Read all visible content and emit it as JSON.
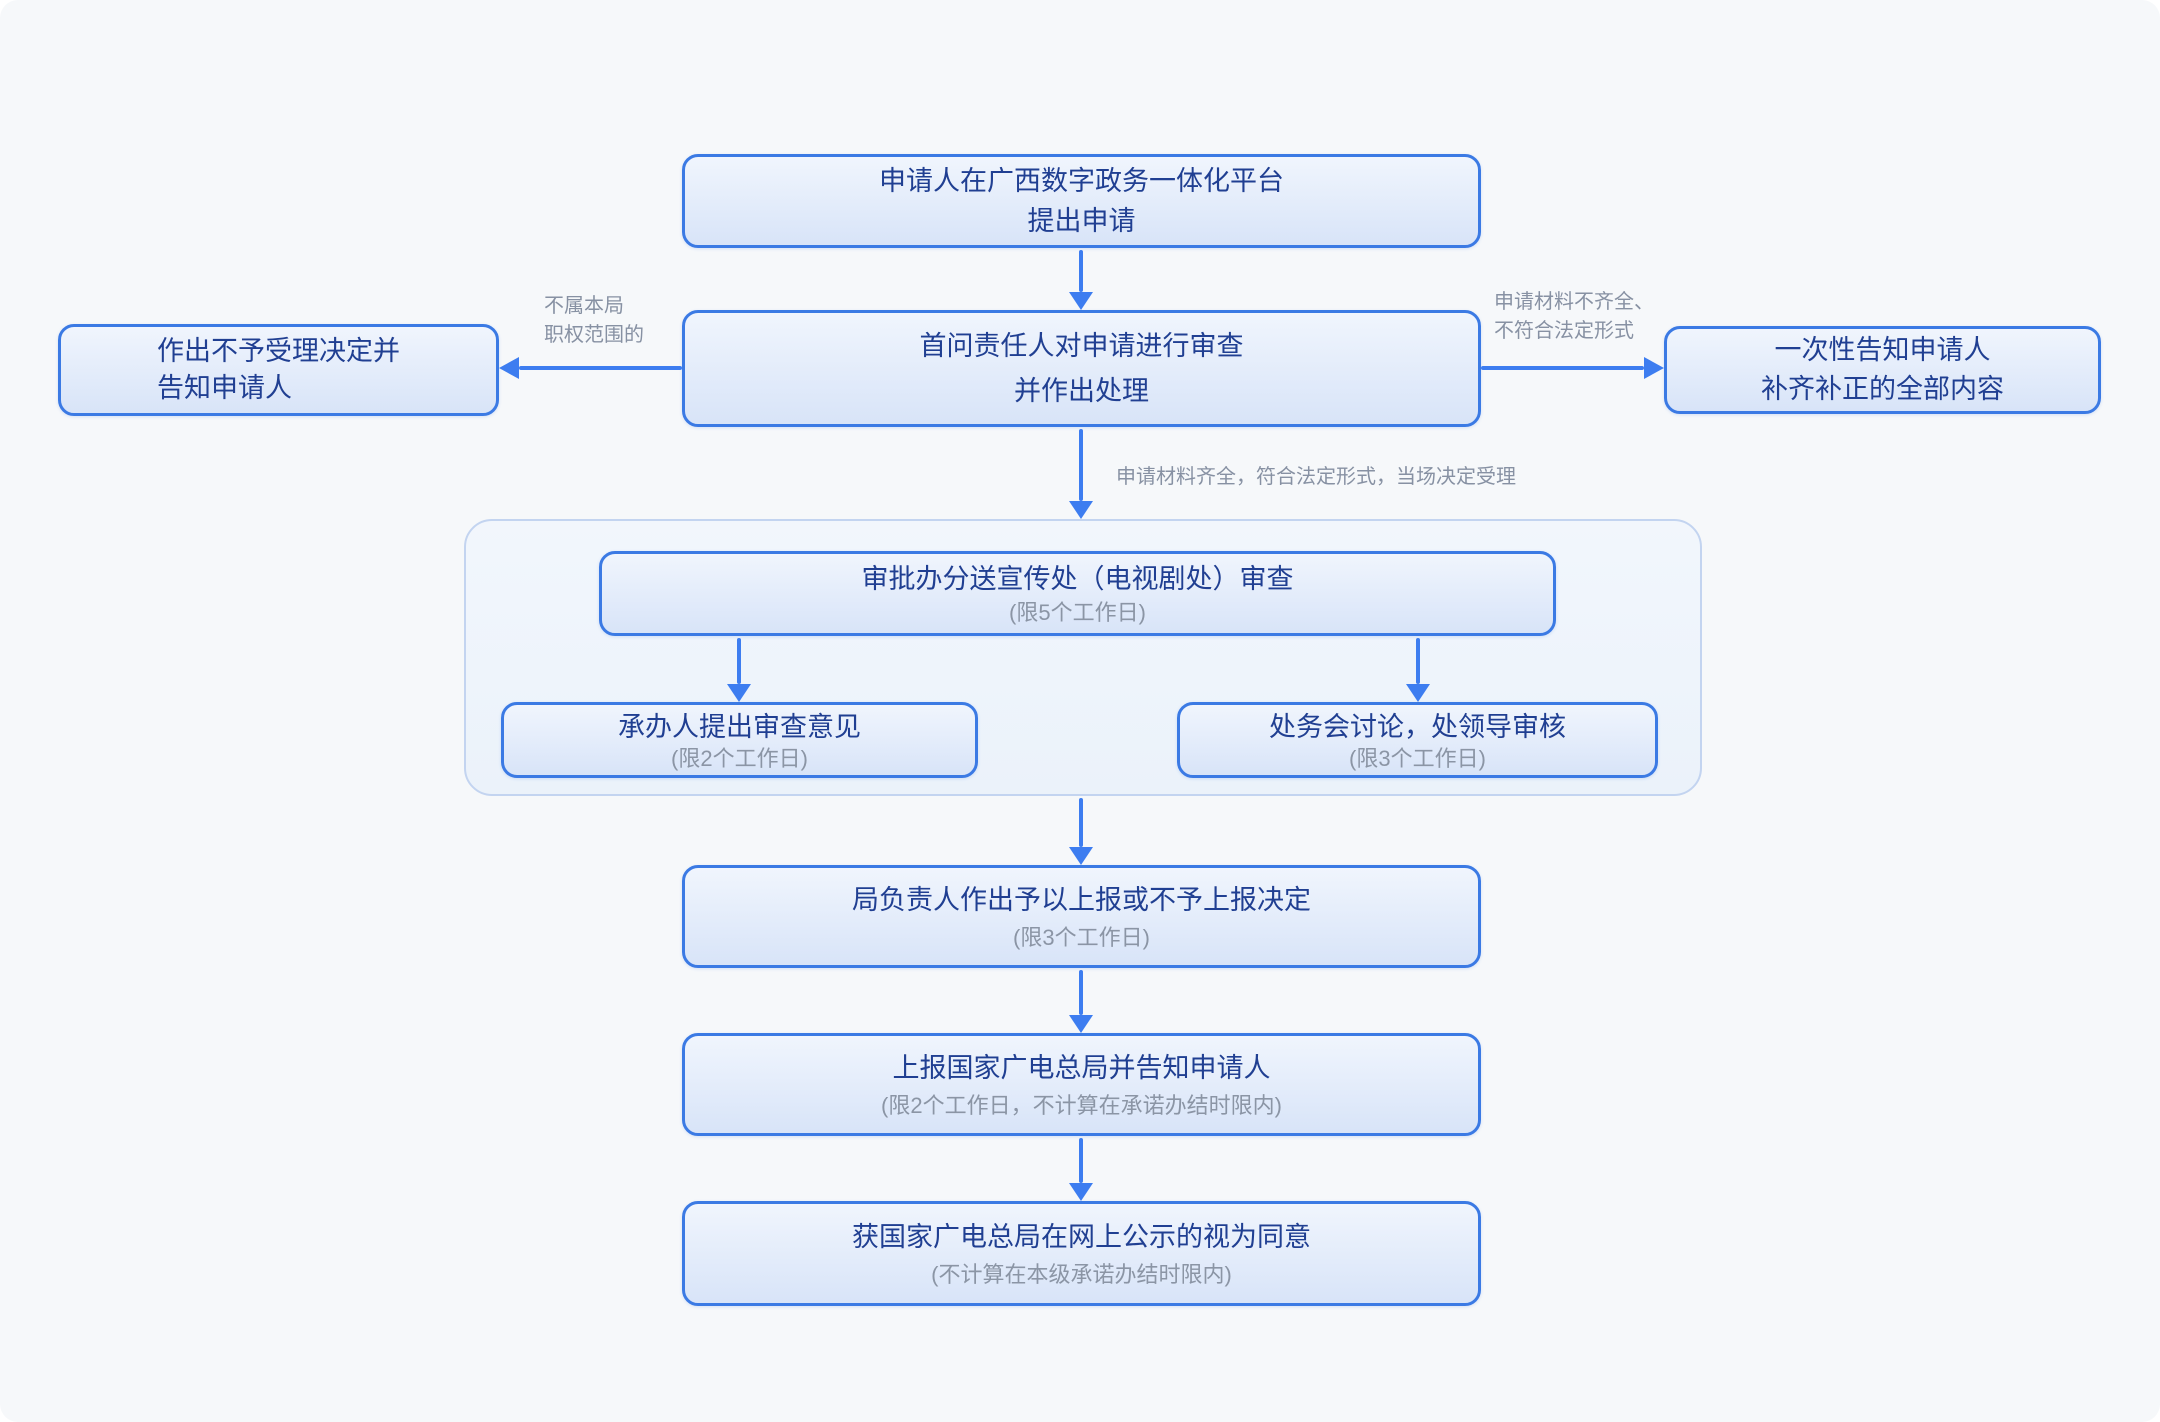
{
  "colors": {
    "canvas_bg": "#f6f8fa",
    "node_border": "#3b7ae4",
    "node_fill_top": "#f0f5fd",
    "node_fill_bottom": "#d8e4f8",
    "node_text": "#203f92",
    "muted_text": "#8b95a5",
    "arrow": "#3d7df0",
    "group_border": "#c3d4f0"
  },
  "nodes": {
    "apply": {
      "line1": "申请人在广西数字政务一体化平台",
      "line2": "提出申请"
    },
    "review": {
      "line1": "首问责任人对申请进行审查",
      "line2": "并作出处理"
    },
    "reject": {
      "line1": "作出不予受理决定并",
      "line2": "告知申请人"
    },
    "notify": {
      "line1": "一次性告知申请人",
      "line2": "补齐补正的全部内容"
    },
    "dispatch": {
      "title": "审批办分送宣传处（电视剧处）审查",
      "subtitle": "(限5个工作日)"
    },
    "handler": {
      "title": "承办人提出审查意见",
      "subtitle": "(限2个工作日)"
    },
    "meeting": {
      "title": "处务会讨论，处领导审核",
      "subtitle": "(限3个工作日)"
    },
    "director": {
      "title": "局负责人作出予以上报或不予上报决定",
      "subtitle": "(限3个工作日)"
    },
    "report": {
      "title": "上报国家广电总局并告知申请人",
      "subtitle": "(限2个工作日，不计算在承诺办结时限内)"
    },
    "publicity": {
      "title": "获国家广电总局在网上公示的视为同意",
      "subtitle": "(不计算在本级承诺办结时限内)"
    }
  },
  "edge_labels": {
    "out_of_scope_line1": "不属本局",
    "out_of_scope_line2": "职权范围的",
    "incomplete_line1": "申请材料不齐全、",
    "incomplete_line2": "不符合法定形式",
    "accepted": "申请材料齐全，符合法定形式，当场决定受理"
  }
}
